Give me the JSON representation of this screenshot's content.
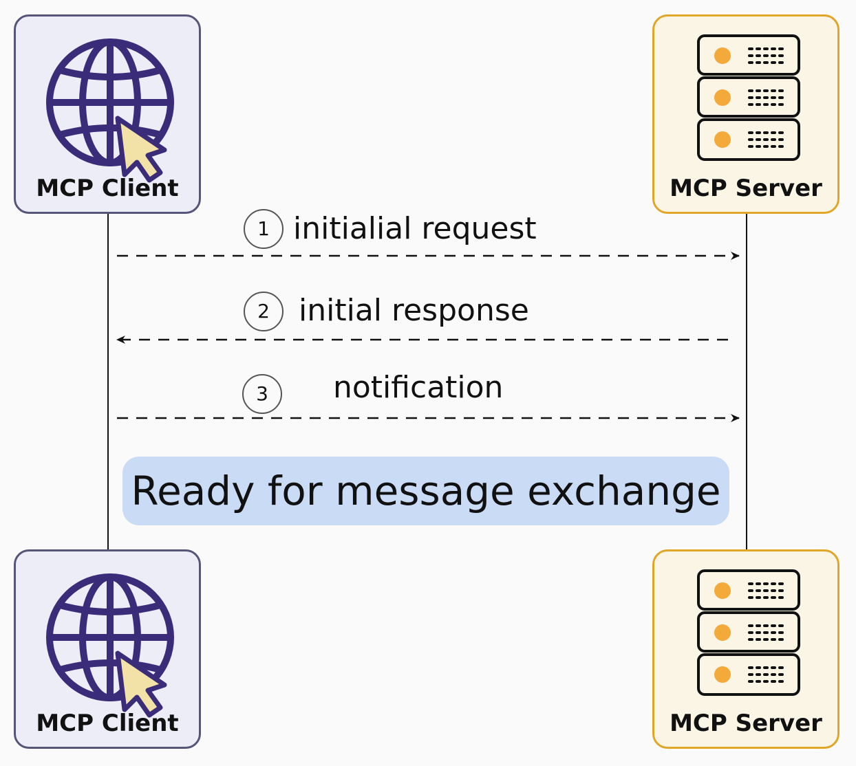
{
  "actors": {
    "client_label": "MCP Client",
    "server_label": "MCP Server"
  },
  "messages": [
    {
      "num": "1",
      "label": "initialial request",
      "direction": "client-to-server"
    },
    {
      "num": "2",
      "label": "initial response",
      "direction": "server-to-client"
    },
    {
      "num": "3",
      "label": "notification",
      "direction": "client-to-server"
    }
  ],
  "banner": {
    "text": "Ready for message exchange"
  },
  "colors": {
    "client_fill": "#ededf7",
    "client_border": "#55557a",
    "globe": "#3a2c78",
    "cursor": "#f3e2a8",
    "server_fill": "#fbf5e6",
    "server_border": "#e0a628",
    "led": "#f4a93b",
    "banner": "#c9dbf5"
  }
}
